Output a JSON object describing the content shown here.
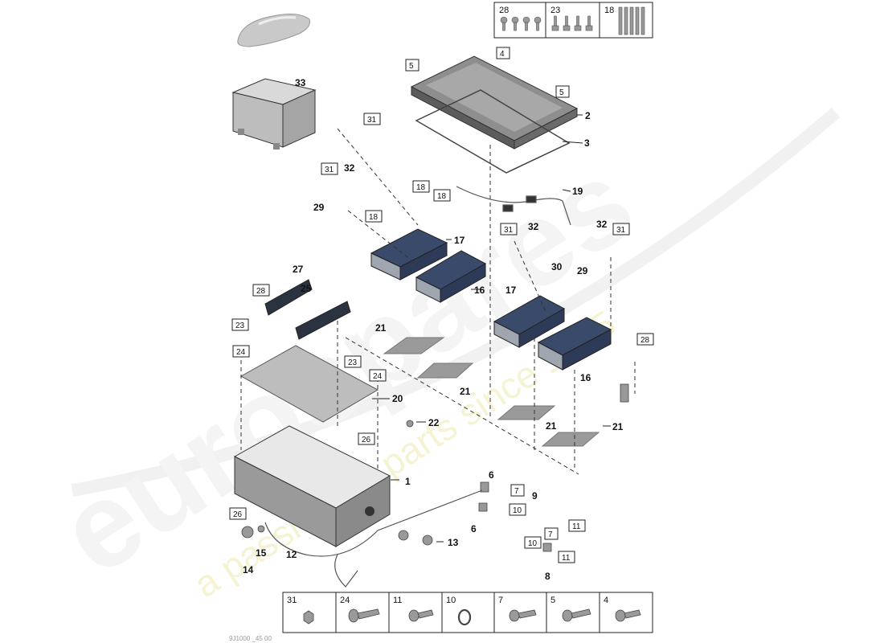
{
  "watermark": {
    "brand": "eurospares",
    "tagline": "a passion for parts since 1985"
  },
  "callouts": [
    {
      "n": "1"
    },
    {
      "n": "2"
    },
    {
      "n": "3"
    },
    {
      "n": "6"
    },
    {
      "n": "6"
    },
    {
      "n": "8"
    },
    {
      "n": "9"
    },
    {
      "n": "12"
    },
    {
      "n": "13"
    },
    {
      "n": "14"
    },
    {
      "n": "15"
    },
    {
      "n": "16"
    },
    {
      "n": "16"
    },
    {
      "n": "17"
    },
    {
      "n": "17"
    },
    {
      "n": "19"
    },
    {
      "n": "20"
    },
    {
      "n": "21"
    },
    {
      "n": "21"
    },
    {
      "n": "21"
    },
    {
      "n": "21"
    },
    {
      "n": "22"
    },
    {
      "n": "25"
    },
    {
      "n": "27"
    },
    {
      "n": "29"
    },
    {
      "n": "29"
    },
    {
      "n": "30"
    },
    {
      "n": "32"
    },
    {
      "n": "32"
    },
    {
      "n": "32"
    },
    {
      "n": "33"
    }
  ],
  "boxed_refs": [
    {
      "n": "4"
    },
    {
      "n": "5"
    },
    {
      "n": "5"
    },
    {
      "n": "31"
    },
    {
      "n": "31"
    },
    {
      "n": "31"
    },
    {
      "n": "31"
    },
    {
      "n": "18"
    },
    {
      "n": "18"
    },
    {
      "n": "18"
    },
    {
      "n": "28"
    },
    {
      "n": "28"
    },
    {
      "n": "23"
    },
    {
      "n": "23"
    },
    {
      "n": "24"
    },
    {
      "n": "24"
    },
    {
      "n": "26"
    },
    {
      "n": "26"
    },
    {
      "n": "7"
    },
    {
      "n": "7"
    },
    {
      "n": "10"
    },
    {
      "n": "10"
    },
    {
      "n": "11"
    },
    {
      "n": "11"
    },
    {
      "n": "11"
    }
  ],
  "hardware_top": [
    {
      "n": "28"
    },
    {
      "n": "23"
    },
    {
      "n": "18"
    }
  ],
  "hardware_bottom": [
    {
      "n": "31"
    },
    {
      "n": "24"
    },
    {
      "n": "11"
    },
    {
      "n": "10"
    },
    {
      "n": "7"
    },
    {
      "n": "5"
    },
    {
      "n": "4"
    }
  ],
  "footer_ref": "9J1000 _45 00"
}
